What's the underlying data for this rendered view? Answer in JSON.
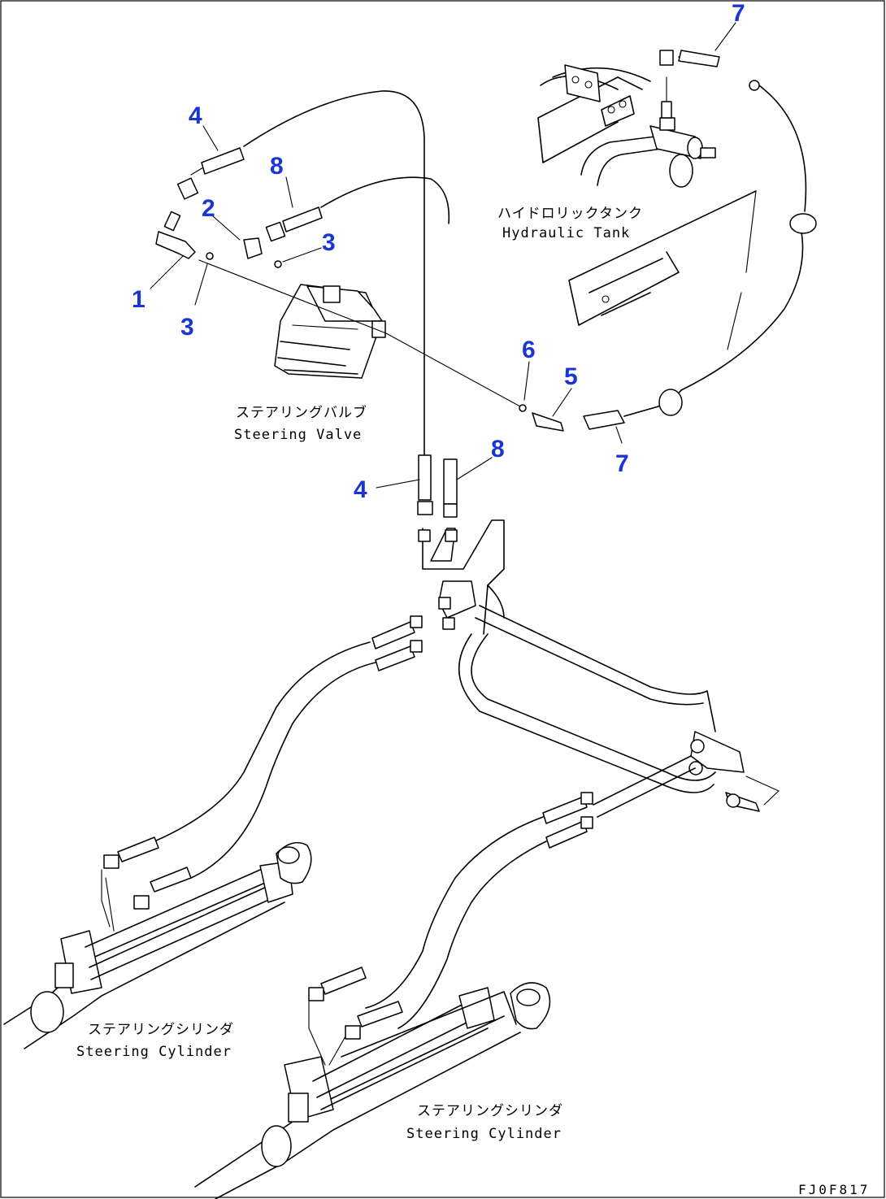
{
  "callouts": {
    "c1": "1",
    "c2": "2",
    "c3a": "3",
    "c3b": "3",
    "c4a": "4",
    "c4b": "4",
    "c5": "5",
    "c6": "6",
    "c7a": "7",
    "c7b": "7",
    "c8a": "8",
    "c8b": "8"
  },
  "labels": {
    "hydraulic_tank_jp": "ハイドロリックタンク",
    "hydraulic_tank_en": "Hydraulic Tank",
    "steering_valve_jp": "ステアリングバルブ",
    "steering_valve_en": "Steering Valve",
    "steering_cylinder_left_jp": "ステアリングシリンダ",
    "steering_cylinder_left_en": "Steering Cylinder",
    "steering_cylinder_right_jp": "ステアリングシリンダ",
    "steering_cylinder_right_en": "Steering Cylinder"
  },
  "drawing_code": "FJ0F817"
}
